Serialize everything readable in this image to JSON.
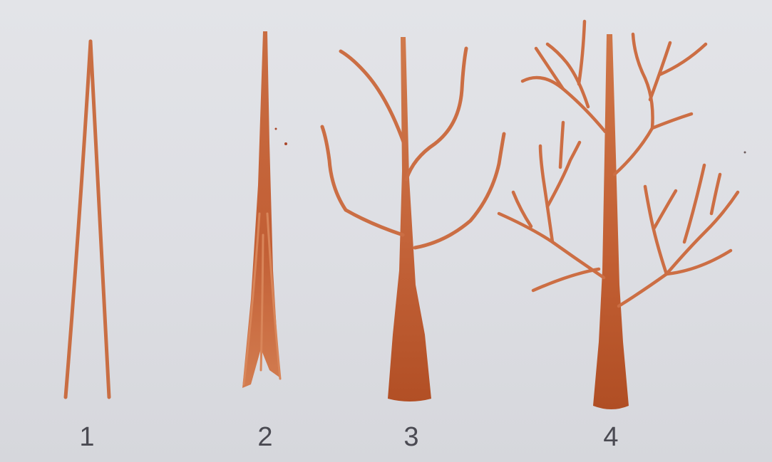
{
  "figure": {
    "stroke_color": "#c8683a",
    "fill_color": "#b9572c",
    "background_color": "#dddee3",
    "steps": [
      {
        "label": "1",
        "stage": "two-line-outline"
      },
      {
        "label": "2",
        "stage": "trunk-shaded"
      },
      {
        "label": "3",
        "stage": "trunk-with-main-branches"
      },
      {
        "label": "4",
        "stage": "full-tree-with-twigs"
      }
    ]
  }
}
